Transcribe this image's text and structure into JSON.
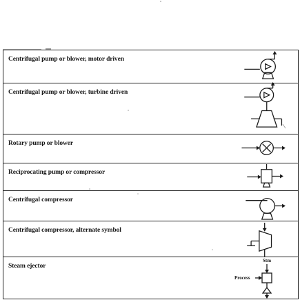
{
  "table": {
    "rows": [
      {
        "label": "Centrifugal pump or blower, motor driven",
        "icon": "centrifugal-pump-motor-icon"
      },
      {
        "label": "Centrifugal pump or blower, turbine driven",
        "icon": "centrifugal-pump-turbine-icon"
      },
      {
        "label": "Rotary pump or blower",
        "icon": "rotary-pump-icon"
      },
      {
        "label": "Reciprocating pump or compressor",
        "icon": "reciprocating-pump-icon"
      },
      {
        "label": "Centrifugal compressor",
        "icon": "centrifugal-compressor-icon"
      },
      {
        "label": "Centrifugal compressor, alternate symbol",
        "icon": "centrifugal-compressor-alt-icon"
      },
      {
        "label": "Steam ejector",
        "icon": "steam-ejector-icon"
      }
    ],
    "ejector_labels": {
      "stm": "Stm",
      "process": "Process"
    }
  }
}
